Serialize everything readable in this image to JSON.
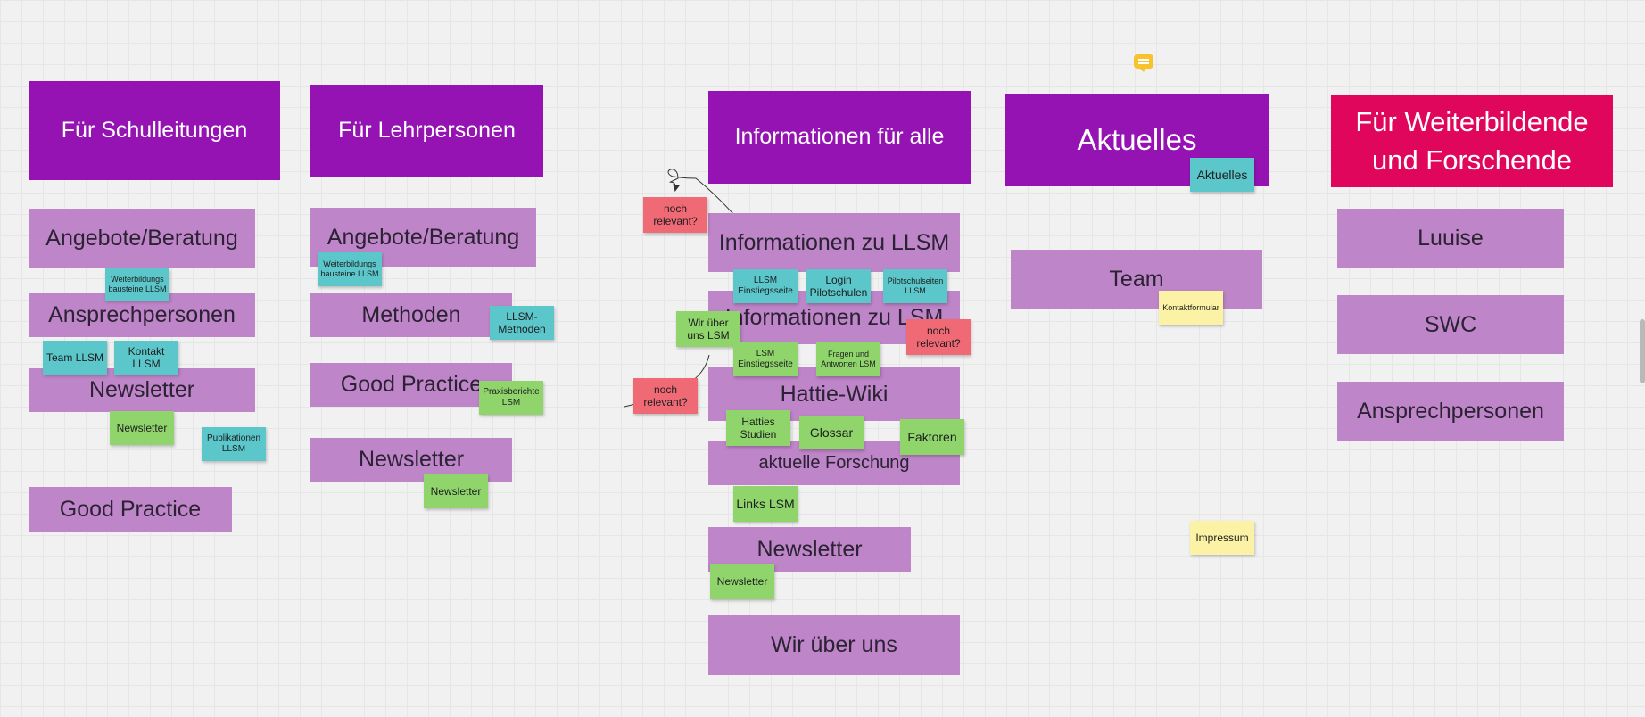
{
  "board": {
    "columns": {
      "schulleitungen": {
        "header": "Für Schulleitungen",
        "sections": [
          "Angebote/Beratung",
          "Ansprechpersonen",
          "Newsletter",
          "Good Practice"
        ],
        "stickies": [
          "Weiterbildungs\nbausteine LLSM",
          "Team LLSM",
          "Kontakt\nLLSM",
          "Newsletter",
          "Publikationen\nLLSM"
        ]
      },
      "lehrpersonen": {
        "header": "Für Lehrpersonen",
        "sections": [
          "Angebote/Beratung",
          "Methoden",
          "Good Practice",
          "Newsletter"
        ],
        "stickies": [
          "Weiterbildungs\nbausteine LLSM",
          "LLSM-\nMethoden",
          "Praxisberichte\nLSM",
          "Newsletter"
        ]
      },
      "alle": {
        "header": "Informationen für alle",
        "sections": [
          "Informationen zu LLSM",
          "Informationen zu LSM",
          "Hattie-Wiki",
          "aktuelle Forschung",
          "Newsletter",
          "Wir über uns"
        ],
        "stickies": [
          "noch\nrelevant?",
          "LLSM\nEinstiegsseite",
          "Login\nPilotschulen",
          "Pilotschulseiten\nLLSM",
          "Wir über\nuns LSM",
          "noch\nrelevant?",
          "LSM\nEinstiegsseite",
          "Fragen und\nAntworten LSM",
          "noch\nrelevant?",
          "Hatties\nStudien",
          "Glossar",
          "Faktoren",
          "Links LSM",
          "Newsletter"
        ]
      },
      "aktuelles": {
        "header": "Aktuelles",
        "sections": [
          "Team"
        ],
        "stickies": [
          "Aktuelles",
          "Kontaktformular",
          "Impressum"
        ]
      },
      "weiterbildende": {
        "header": "Für Weiterbildende\nund Forschende",
        "sections": [
          "Luuise",
          "SWC",
          "Ansprechpersonen"
        ]
      }
    }
  },
  "colors": {
    "header_purple": "#9512b3",
    "header_pink": "#e0065b",
    "section_lilac": "#be85c8",
    "sticky_teal": "#5bc7cb",
    "sticky_green": "#8fd56c",
    "sticky_red": "#ef6a75",
    "sticky_yellow": "#fbf2a5",
    "comment_yellow": "#f8c22d"
  },
  "icons": {
    "comment": "comment-icon"
  }
}
